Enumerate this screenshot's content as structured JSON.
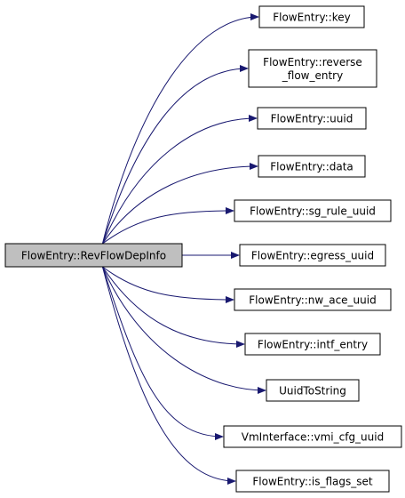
{
  "graph": {
    "colors": {
      "edge": "#191970",
      "node_border": "#000000",
      "source_fill": "#bfbfbf",
      "target_fill": "#ffffff"
    },
    "source": {
      "id": "src",
      "lines": [
        "FlowEntry::RevFlowDepInfo"
      ]
    },
    "targets": [
      {
        "id": "t0",
        "lines": [
          "FlowEntry::key"
        ]
      },
      {
        "id": "t1",
        "lines": [
          "FlowEntry::reverse",
          "_flow_entry"
        ]
      },
      {
        "id": "t2",
        "lines": [
          "FlowEntry::uuid"
        ]
      },
      {
        "id": "t3",
        "lines": [
          "FlowEntry::data"
        ]
      },
      {
        "id": "t4",
        "lines": [
          "FlowEntry::sg_rule_uuid"
        ]
      },
      {
        "id": "t5",
        "lines": [
          "FlowEntry::egress_uuid"
        ]
      },
      {
        "id": "t6",
        "lines": [
          "FlowEntry::nw_ace_uuid"
        ]
      },
      {
        "id": "t7",
        "lines": [
          "FlowEntry::intf_entry"
        ]
      },
      {
        "id": "t8",
        "lines": [
          "UuidToString"
        ]
      },
      {
        "id": "t9",
        "lines": [
          "VmInterface::vmi_cfg_uuid"
        ]
      },
      {
        "id": "t10",
        "lines": [
          "FlowEntry::is_flags_set"
        ]
      }
    ]
  }
}
